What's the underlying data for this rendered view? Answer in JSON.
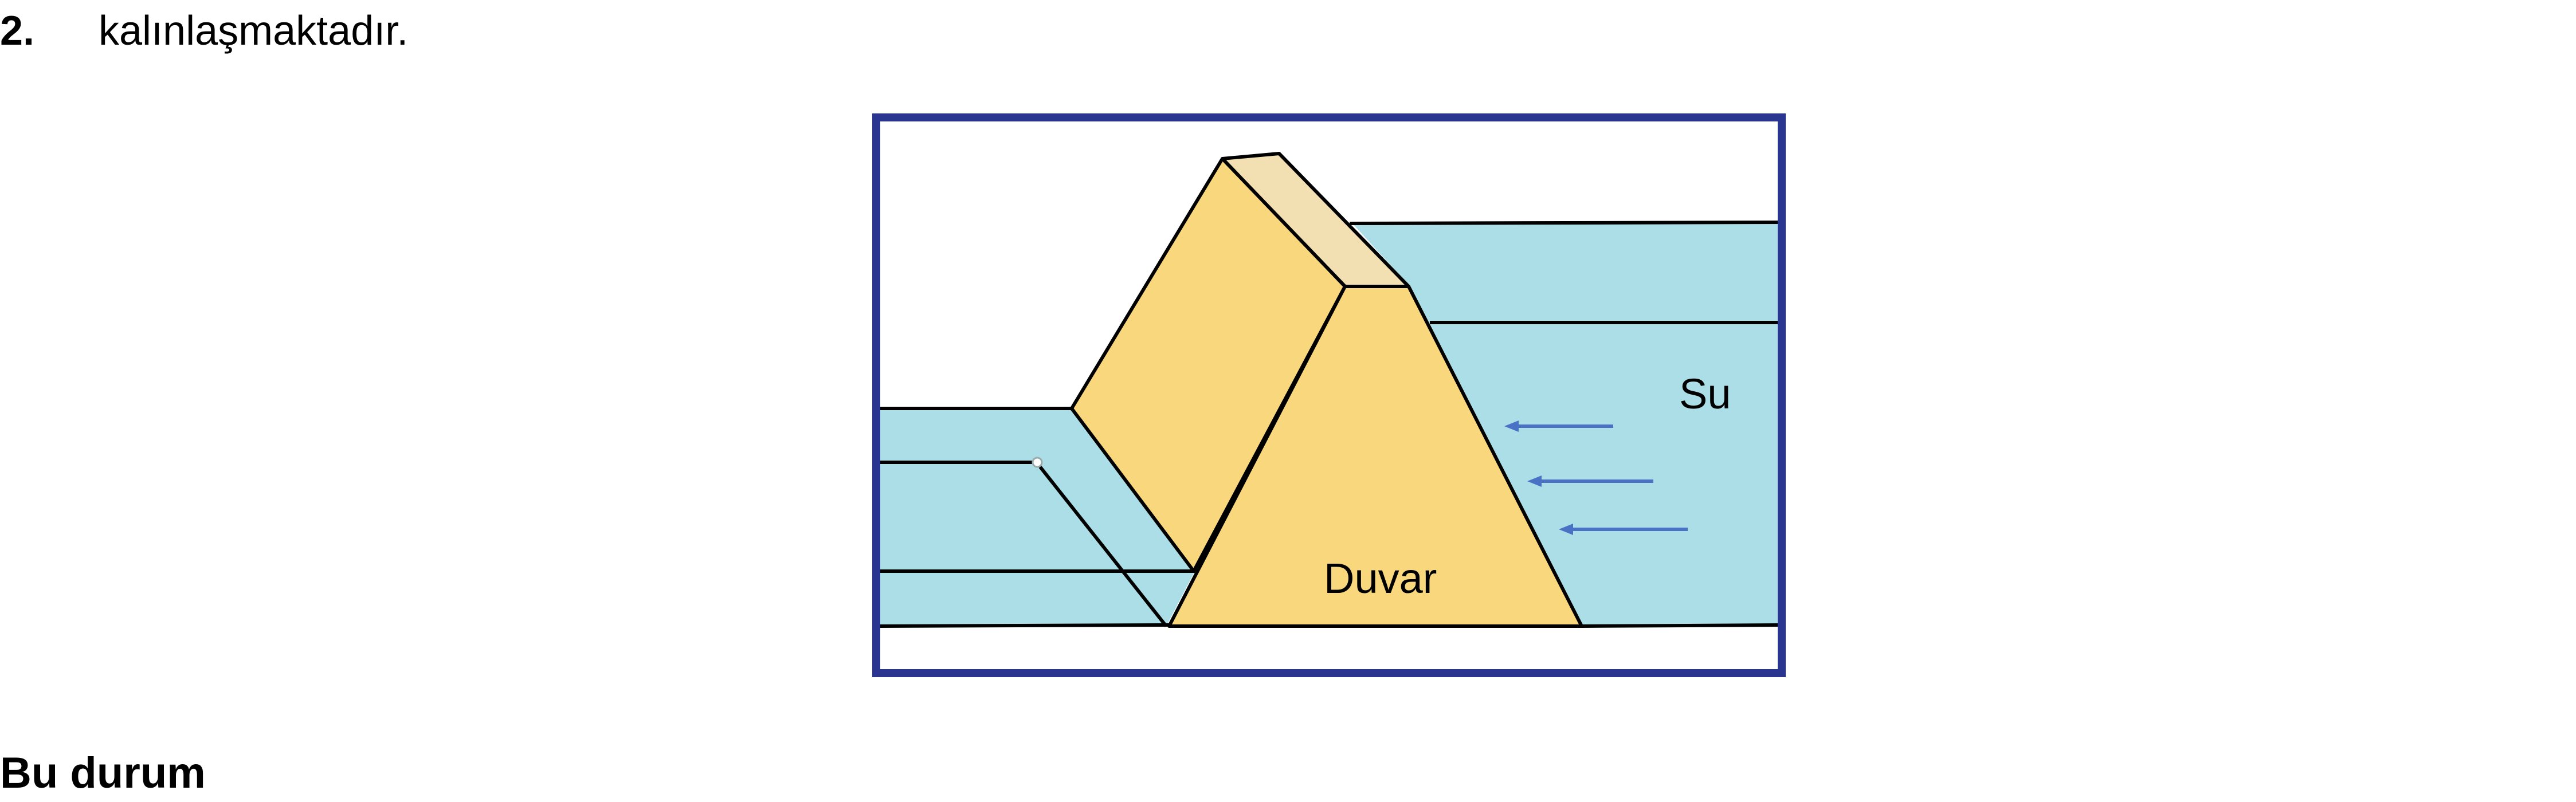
{
  "question": {
    "number": "2.",
    "text": "kalınlaşmaktadır."
  },
  "diagram": {
    "labels": {
      "wall": "Duvar",
      "water": "Su"
    },
    "colors": {
      "frame": "#2a3590",
      "water": "#abdee6",
      "wall_face": "#f9d77d",
      "wall_top": "#f2e0b3",
      "outline": "#000000",
      "arrow": "#4a72c4"
    }
  },
  "footer": {
    "text": "Bu durum"
  }
}
